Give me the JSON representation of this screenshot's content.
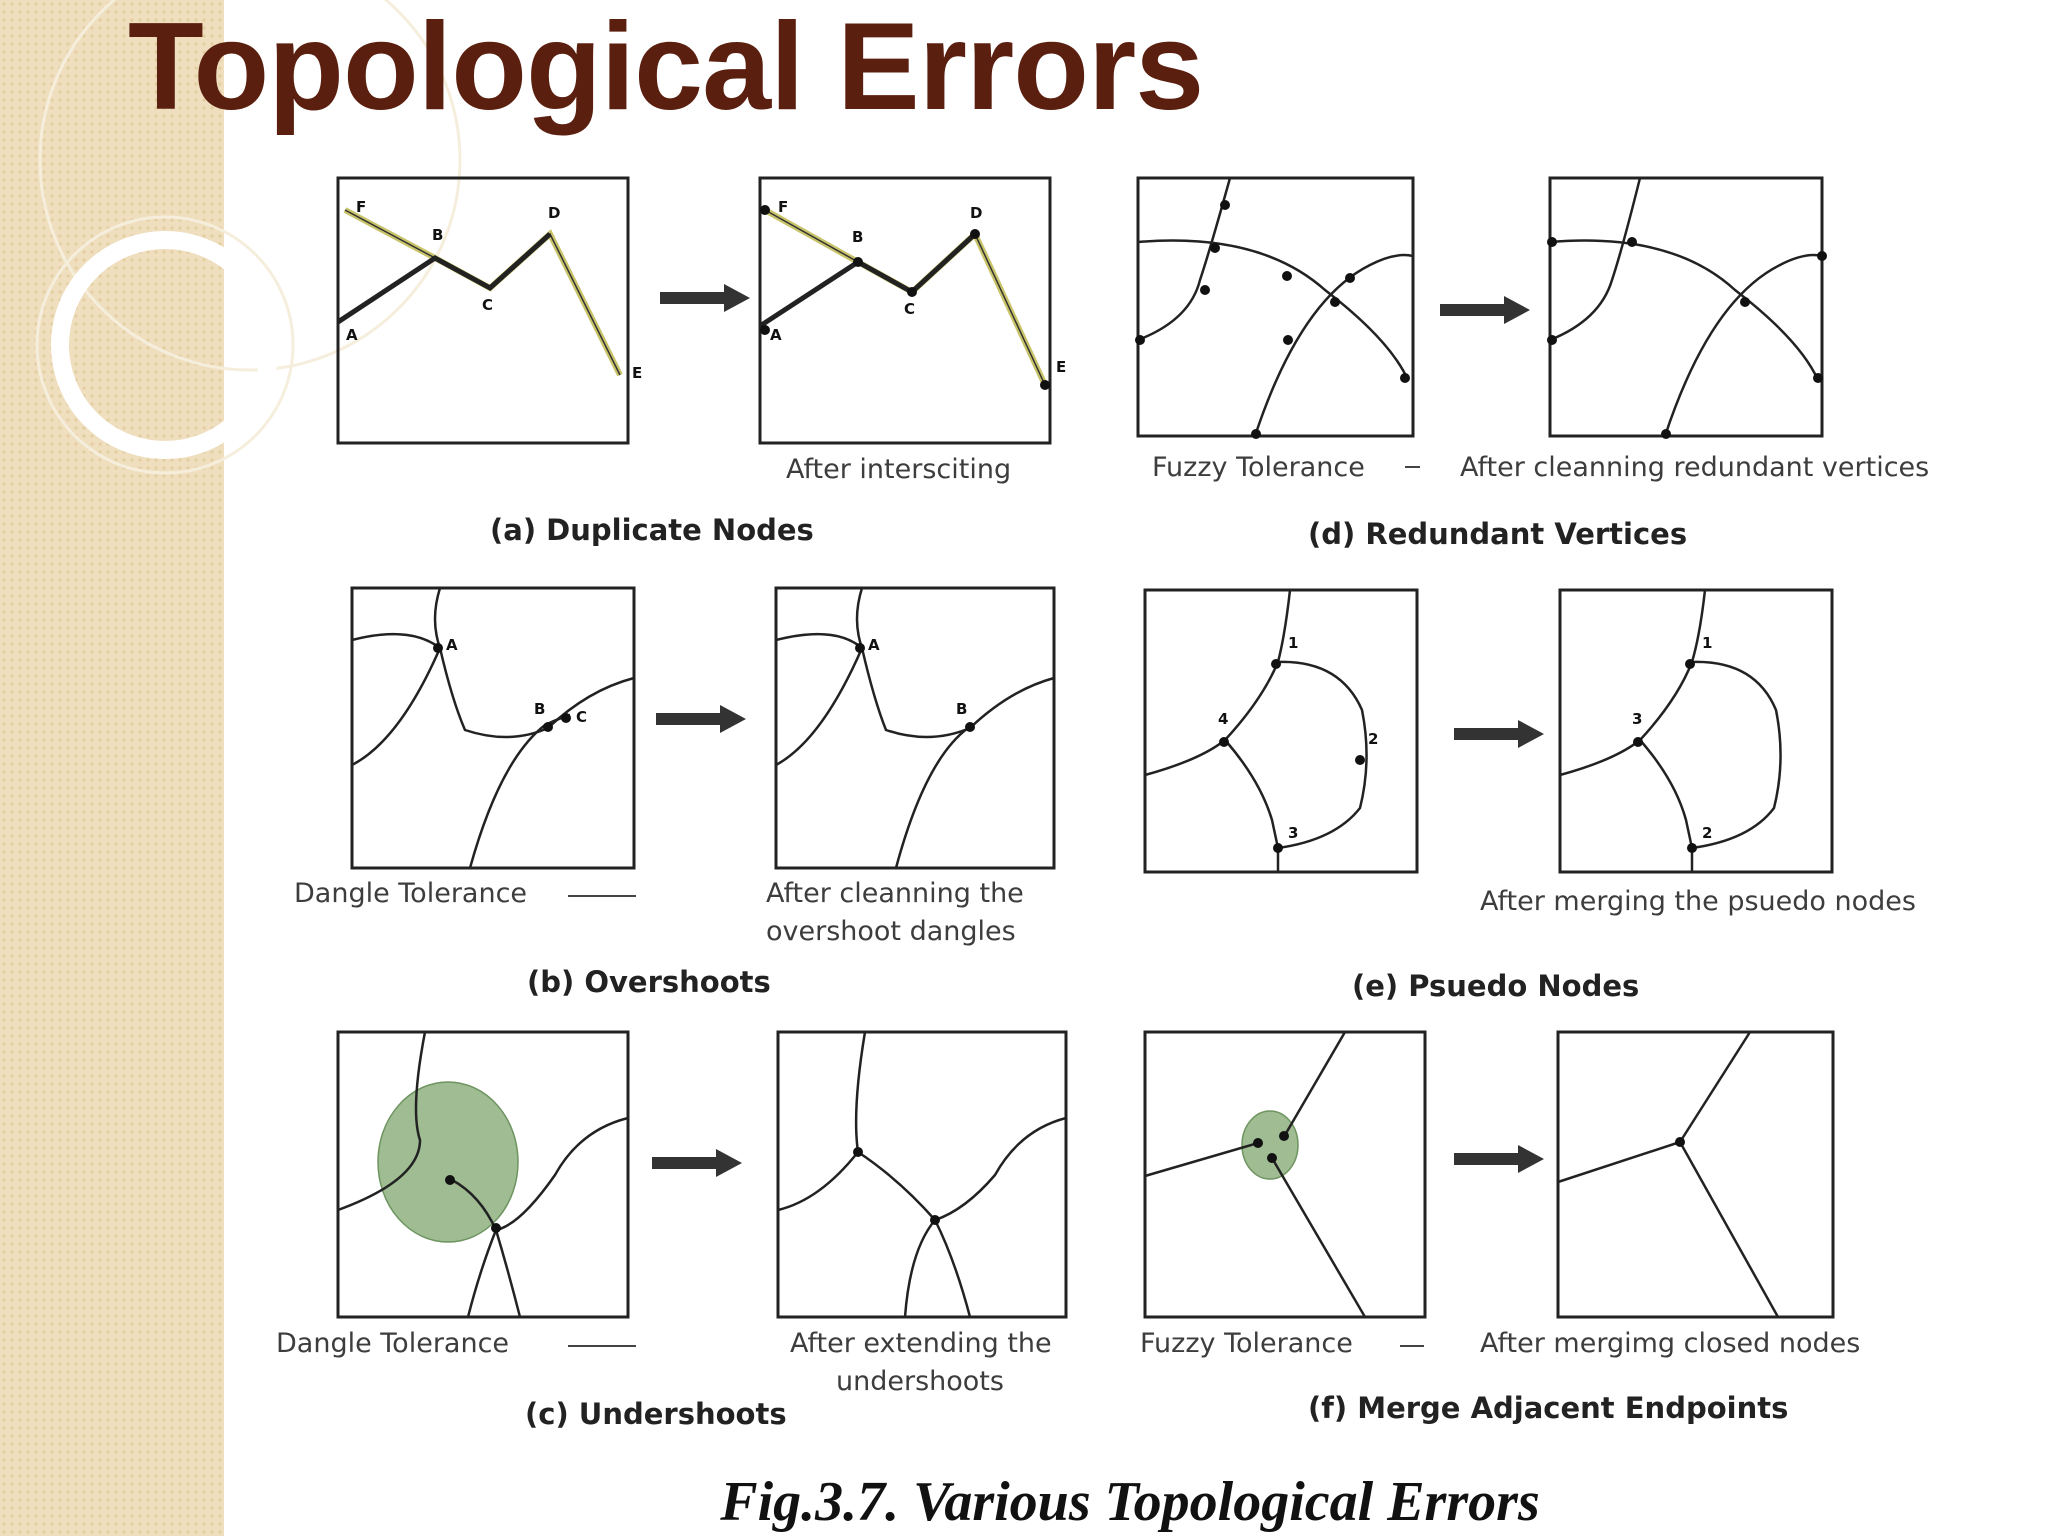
{
  "slide": {
    "title": "Topological Errors",
    "caption": "Fig.3.7. Various Topological Errors"
  },
  "panels": {
    "a": {
      "title": "(a) Duplicate Nodes",
      "left_label": "",
      "right_label": "After intersciting",
      "point_labels": [
        "F",
        "B",
        "D",
        "C",
        "A",
        "E"
      ]
    },
    "b": {
      "title": "(b) Overshoots",
      "left_label": "Dangle Tolerance",
      "right_label_1": "After cleanning the",
      "right_label_2": "overshoot dangles",
      "point_labels": [
        "A",
        "B",
        "C"
      ]
    },
    "c": {
      "title": "(c) Undershoots",
      "left_label": "Dangle Tolerance",
      "right_label_1": "After extending the",
      "right_label_2": "undershoots"
    },
    "d": {
      "title": "(d) Redundant Vertices",
      "left_label": "Fuzzy Tolerance",
      "right_label": "After cleanning redundant vertices"
    },
    "e": {
      "title": "(e) Psuedo Nodes",
      "left_label": "",
      "right_label": "After merging the psuedo nodes",
      "point_labels": [
        "1",
        "2",
        "3",
        "4"
      ]
    },
    "f": {
      "title": "(f) Merge Adjacent Endpoints",
      "left_label": "Fuzzy Tolerance",
      "right_label": "After mergimg closed nodes"
    }
  },
  "colors": {
    "title": "#5b1f0f",
    "sidebar": "#efdfbf",
    "highlight_line": "#c9c46a",
    "tolerance_fill": "#7fa56e"
  }
}
